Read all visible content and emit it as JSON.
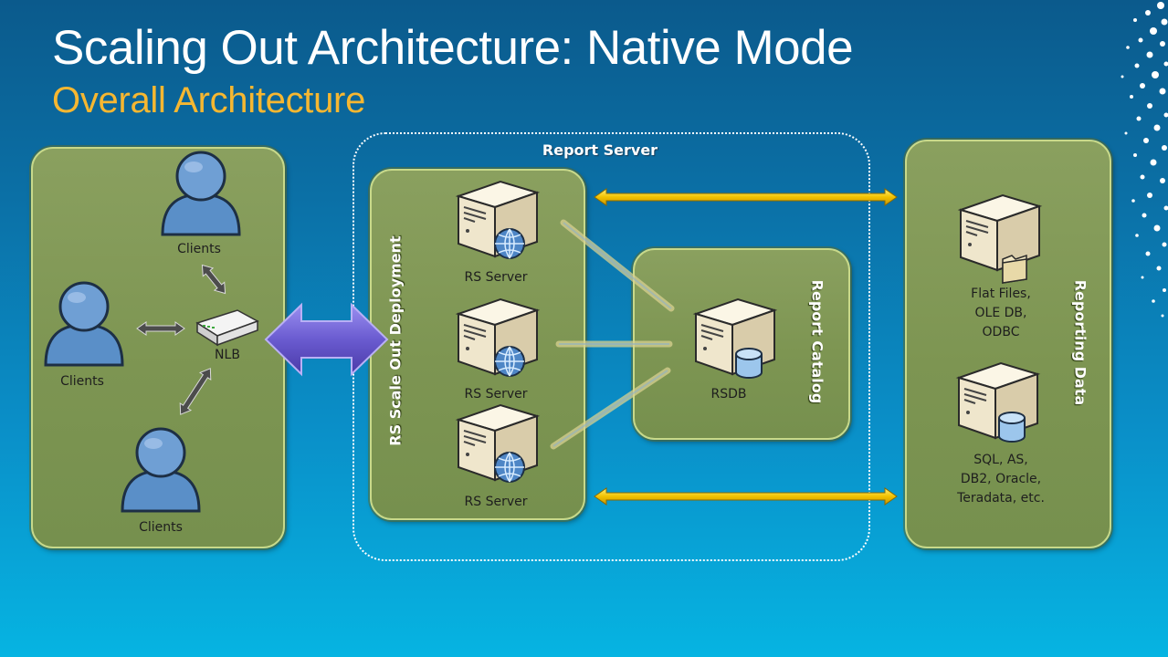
{
  "slide": {
    "title": "Scaling Out Architecture: Native Mode",
    "subtitle": "Overall Architecture"
  },
  "labels": {
    "report_server": "Report Server",
    "rs_scale_out": "RS Scale Out Deployment",
    "report_catalog": "Report  Catalog",
    "reporting_data": "Reporting Data"
  },
  "clients": {
    "top": "Clients",
    "left": "Clients",
    "bottom": "Clients",
    "nlb": "NLB"
  },
  "rs_servers": [
    "RS Server",
    "RS Server",
    "RS Server"
  ],
  "catalog": {
    "rsdb": "RSDB"
  },
  "data_sources": {
    "flat_files": [
      "Flat Files,",
      "OLE DB,",
      "ODBC"
    ],
    "sql": [
      "SQL, AS,",
      "DB2, Oracle,",
      "Teradata, etc."
    ]
  },
  "colors": {
    "title": "#ffffff",
    "subtitle": "#f6b731",
    "panel_green": "#7d9552",
    "gold_arrow": "#f2c200",
    "purple_arrow": "#6a5bd0",
    "user_blue": "#5a8fc8"
  },
  "icons": {
    "client": "person-icon",
    "nlb": "network-switch-icon",
    "rs_server": "web-server-icon",
    "rsdb": "database-server-icon",
    "flat_files": "file-server-icon",
    "sql": "database-server-icon"
  }
}
